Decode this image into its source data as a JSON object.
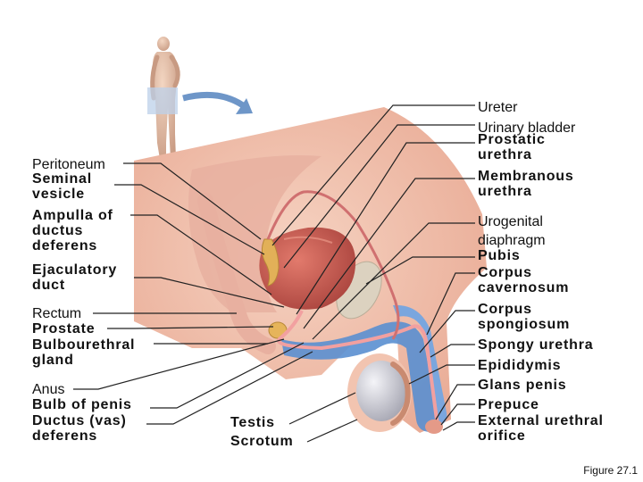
{
  "labels_left": [
    "Peritoneum",
    "Seminal vesicle",
    "Ampulla of ductus deferens",
    "Ejaculatory duct",
    "Rectum",
    "Prostate",
    "Bulbourethral gland",
    "Anus",
    "Bulb of penis",
    "Ductus (vas) deferens"
  ],
  "labels_center": [
    "Testis",
    "Scrotum"
  ],
  "labels_right": [
    "Ureter",
    "Urinary bladder",
    "Prostatic urethra",
    "Membranous urethra",
    "Urogenital diaphragm",
    "Pubis",
    "Corpus cavernosum",
    "Corpus spongiosum",
    "Spongy urethra",
    "Epididymis",
    "Glans penis",
    "Prepuce",
    "External urethral orifice"
  ],
  "caption": "Figure 27.1",
  "colors": {
    "skin": "#f0c0a8",
    "muscle": "#e59a88",
    "bladder": "#c0504a",
    "bone": "#dcd2c0",
    "erectile_tissue": "#5a8fd0",
    "urethra": "#f2a0a0",
    "prostate_gland": "#e6b45a",
    "testis": "#d8d8e0"
  }
}
